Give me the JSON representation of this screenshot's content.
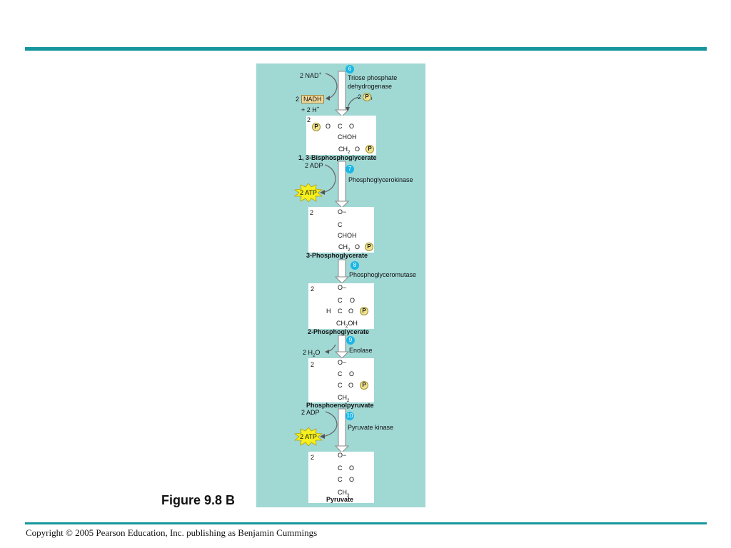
{
  "figure_caption": "Figure 9.8 B",
  "copyright": "Copyright © 2005 Pearson Education, Inc. publishing as Benjamin Cummings",
  "colors": {
    "rule": "#17959d",
    "panel": "#a0d8d4",
    "step_badge": "#1ab6e6",
    "phosphate": "#f0e391",
    "atp_burst": "#f5f01e"
  },
  "steps": [
    {
      "number": "6",
      "enzyme_line1": "Triose phosphate",
      "enzyme_line2": "dehydrogenase"
    },
    {
      "number": "7",
      "enzyme": "Phosphoglycerokinase"
    },
    {
      "number": "8",
      "enzyme": "Phosphoglyceromutase"
    },
    {
      "number": "9",
      "enzyme": "Enolase"
    },
    {
      "number": "10",
      "enzyme": "Pyruvate kinase"
    }
  ],
  "side": {
    "nad": "2 NAD",
    "nad_sup": "+",
    "nadh_coef": "2",
    "nadh": "NADH",
    "h_plus": "+ 2 H",
    "h_sup": "+",
    "pi_coef": "2",
    "pi_sub": "i",
    "adp1": "2 ADP",
    "atp1": "2 ATP",
    "h2o": "2 H",
    "h2o_sub": "2",
    "h2o_end": "O",
    "adp2": "2 ADP",
    "atp2": "2 ATP"
  },
  "phosphate_symbol": "P",
  "molecules": [
    {
      "name": "1, 3-Bisphosphoglycerate",
      "coef": "2",
      "c1_o": "O",
      "c1_c": "C",
      "c1_dbl_o": "O",
      "c2": "CHOH",
      "c3": "CH",
      "c3_sub": "2",
      "c3_o": "O"
    },
    {
      "name": "3-Phosphoglycerate",
      "coef": "2",
      "o_minus": "O−",
      "c1": "C",
      "c2": "CHOH",
      "c3": "CH",
      "c3_sub": "2",
      "c3_o": "O"
    },
    {
      "name": "2-Phosphoglycerate",
      "coef": "2",
      "o_minus": "O−",
      "c1": "C",
      "c1_o": "O",
      "c2_h": "H",
      "c2": "C",
      "c2_o": "O",
      "c3": "CH",
      "c3_sub": "2",
      "c3_end": "OH"
    },
    {
      "name": "Phosphoenolpyruvate",
      "coef": "2",
      "o_minus": "O−",
      "c1": "C",
      "c1_o": "O",
      "c2": "C",
      "c2_o": "O",
      "c3": "CH",
      "c3_sub": "2"
    },
    {
      "name": "Pyruvate",
      "coef": "2",
      "o_minus": "O−",
      "c1": "C",
      "c1_o": "O",
      "c2": "C",
      "c2_o": "O",
      "c3": "CH",
      "c3_sub": "3"
    }
  ]
}
